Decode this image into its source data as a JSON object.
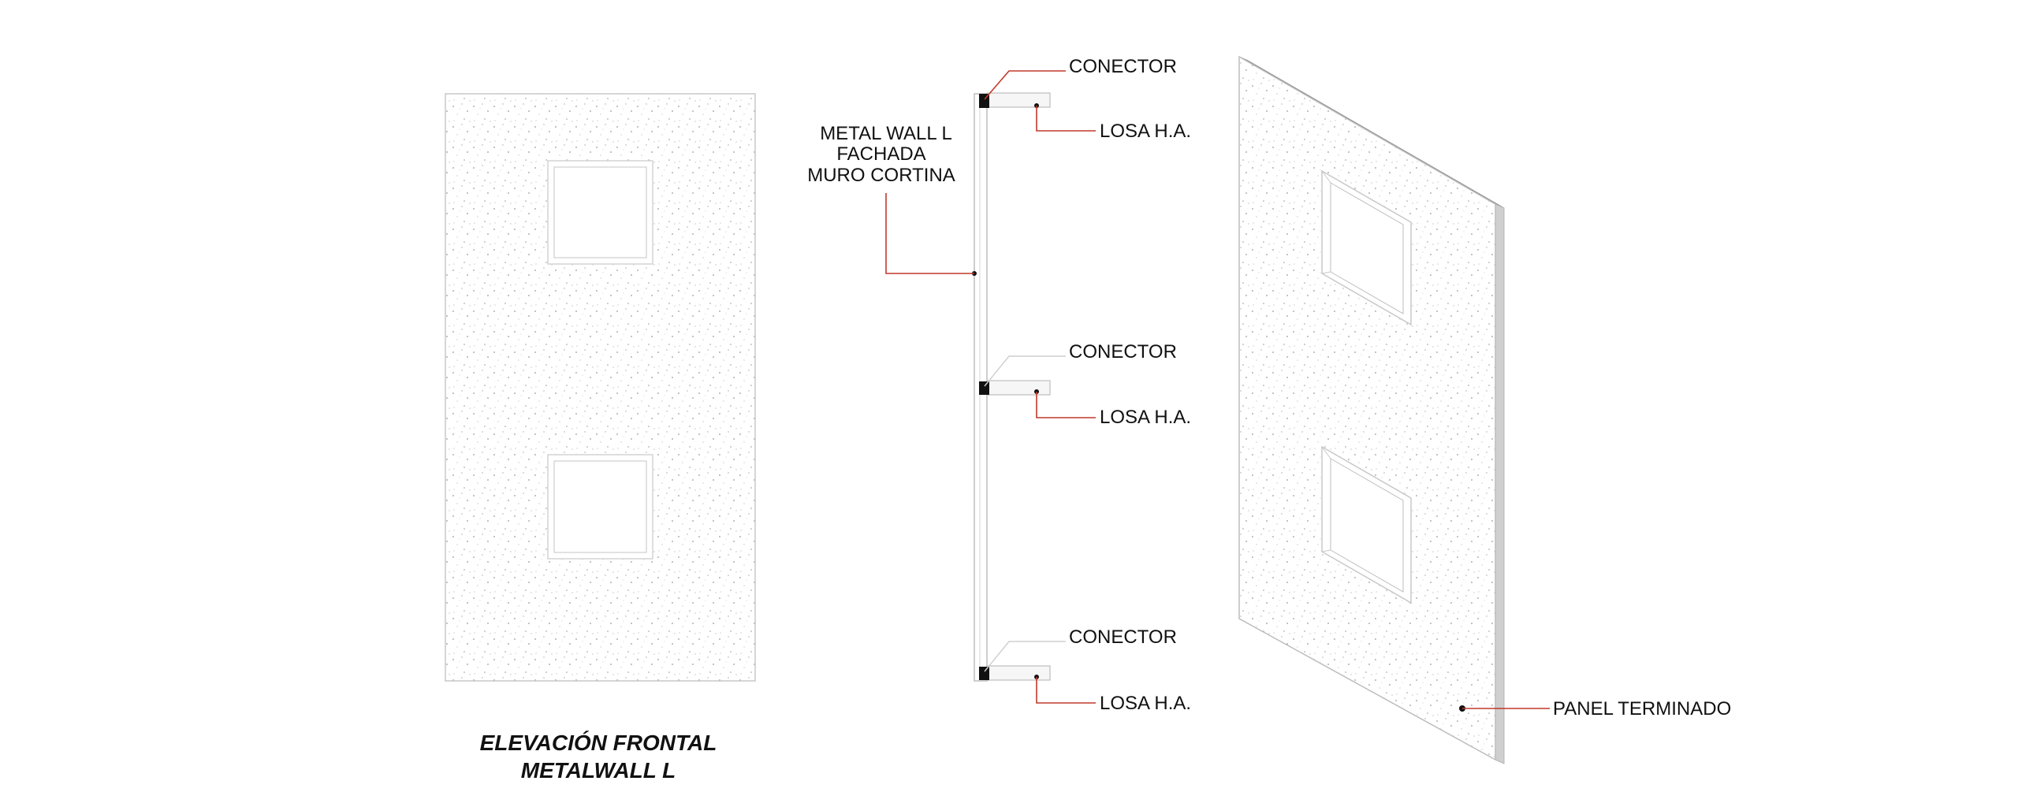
{
  "title": {
    "line1": "ELEVACIÓN FRONTAL",
    "line2": "METALWALL L"
  },
  "section": {
    "wall_label": [
      "METAL WALL L",
      "FACHADA",
      "MURO CORTINA"
    ],
    "connectors": [
      {
        "connector_label": "CONECTOR",
        "slab_label": "LOSA H.A."
      },
      {
        "connector_label": "CONECTOR",
        "slab_label": "LOSA H.A."
      },
      {
        "connector_label": "CONECTOR",
        "slab_label": "LOSA H.A."
      }
    ]
  },
  "isometric": {
    "panel_label": "PANEL TERMINADO"
  },
  "colors": {
    "leader": "#c0392b",
    "outline": "#bdbdbd",
    "speckle": "#9a9a9a",
    "connector": "#111111"
  }
}
